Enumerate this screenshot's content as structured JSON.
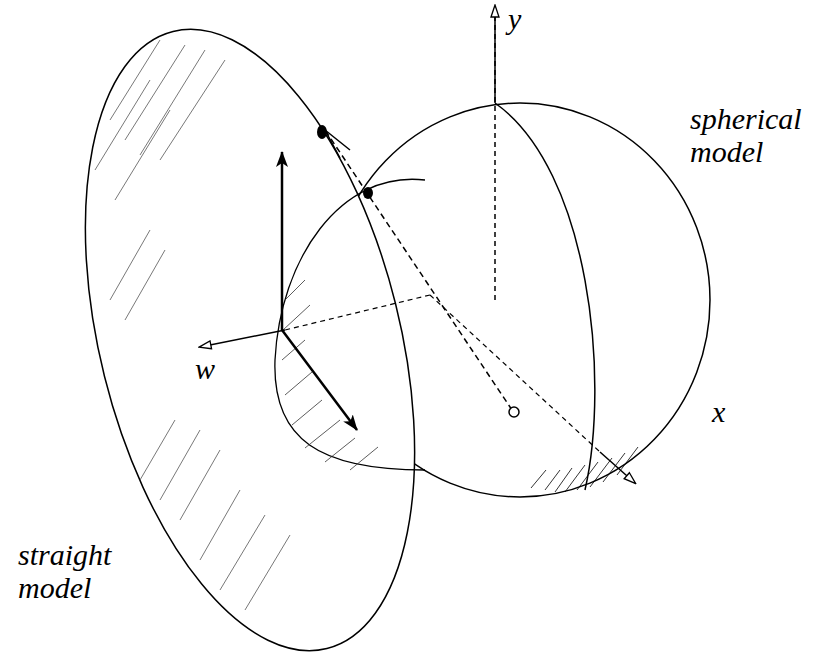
{
  "diagram": {
    "labels": [
      "y",
      "spherical model",
      "w",
      "x",
      "straight model"
    ]
  }
}
